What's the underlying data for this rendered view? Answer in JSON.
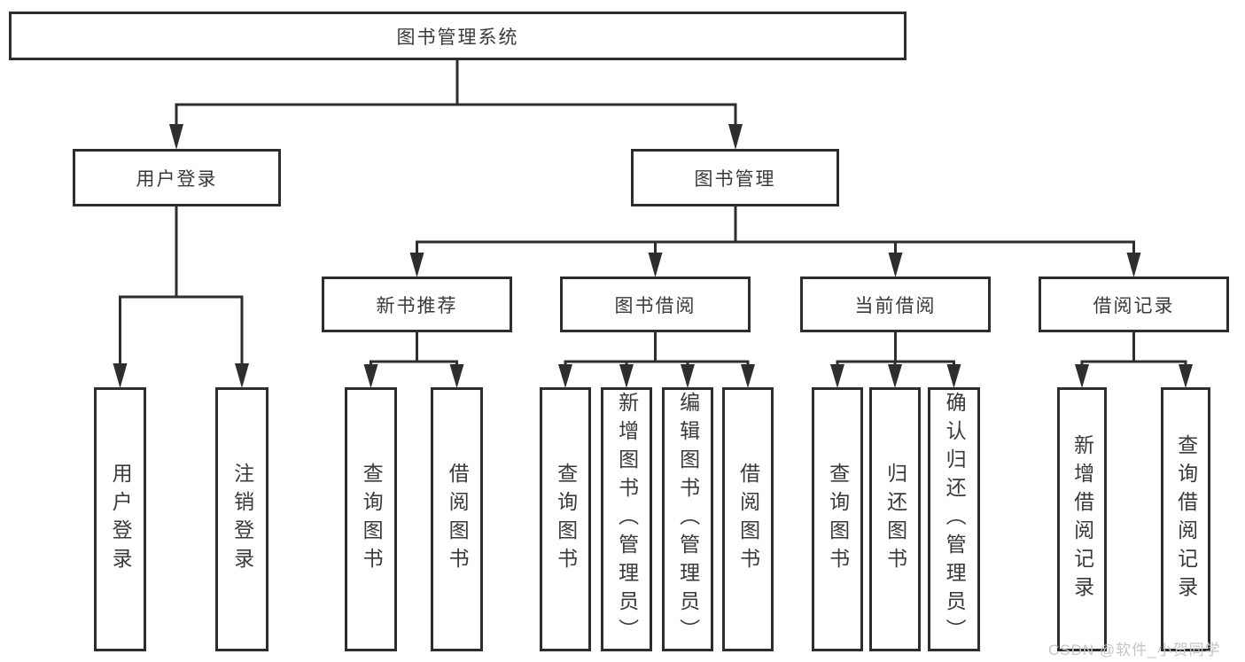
{
  "diagram_title": "图书管理系统",
  "tree": {
    "root": {
      "label": "图书管理系统"
    },
    "branches": [
      {
        "label": "用户登录",
        "children": [
          {
            "label": "用户登录"
          },
          {
            "label": "注销登录"
          }
        ]
      },
      {
        "label": "图书管理",
        "children": [
          {
            "label": "新书推荐",
            "children": [
              {
                "label": "查询图书"
              },
              {
                "label": "借阅图书"
              }
            ]
          },
          {
            "label": "图书借阅",
            "children": [
              {
                "label": "查询图书"
              },
              {
                "label": "新增图书（管理员）"
              },
              {
                "label": "编辑图书（管理员）"
              },
              {
                "label": "借阅图书"
              }
            ]
          },
          {
            "label": "当前借阅",
            "children": [
              {
                "label": "查询图书"
              },
              {
                "label": "归还图书"
              },
              {
                "label": "确认归还（管理员）"
              }
            ]
          },
          {
            "label": "借阅记录",
            "children": [
              {
                "label": "新增借阅记录"
              },
              {
                "label": "查询借阅记录"
              }
            ]
          }
        ]
      }
    ]
  },
  "watermark": "CSDN @软件_小贺同学",
  "colors": {
    "line": "#2e2e2e",
    "box_border": "#2d2d2d",
    "box_background": "#ffffff",
    "text": "#3a3a3a",
    "watermark_text": "#c6c6c6"
  }
}
